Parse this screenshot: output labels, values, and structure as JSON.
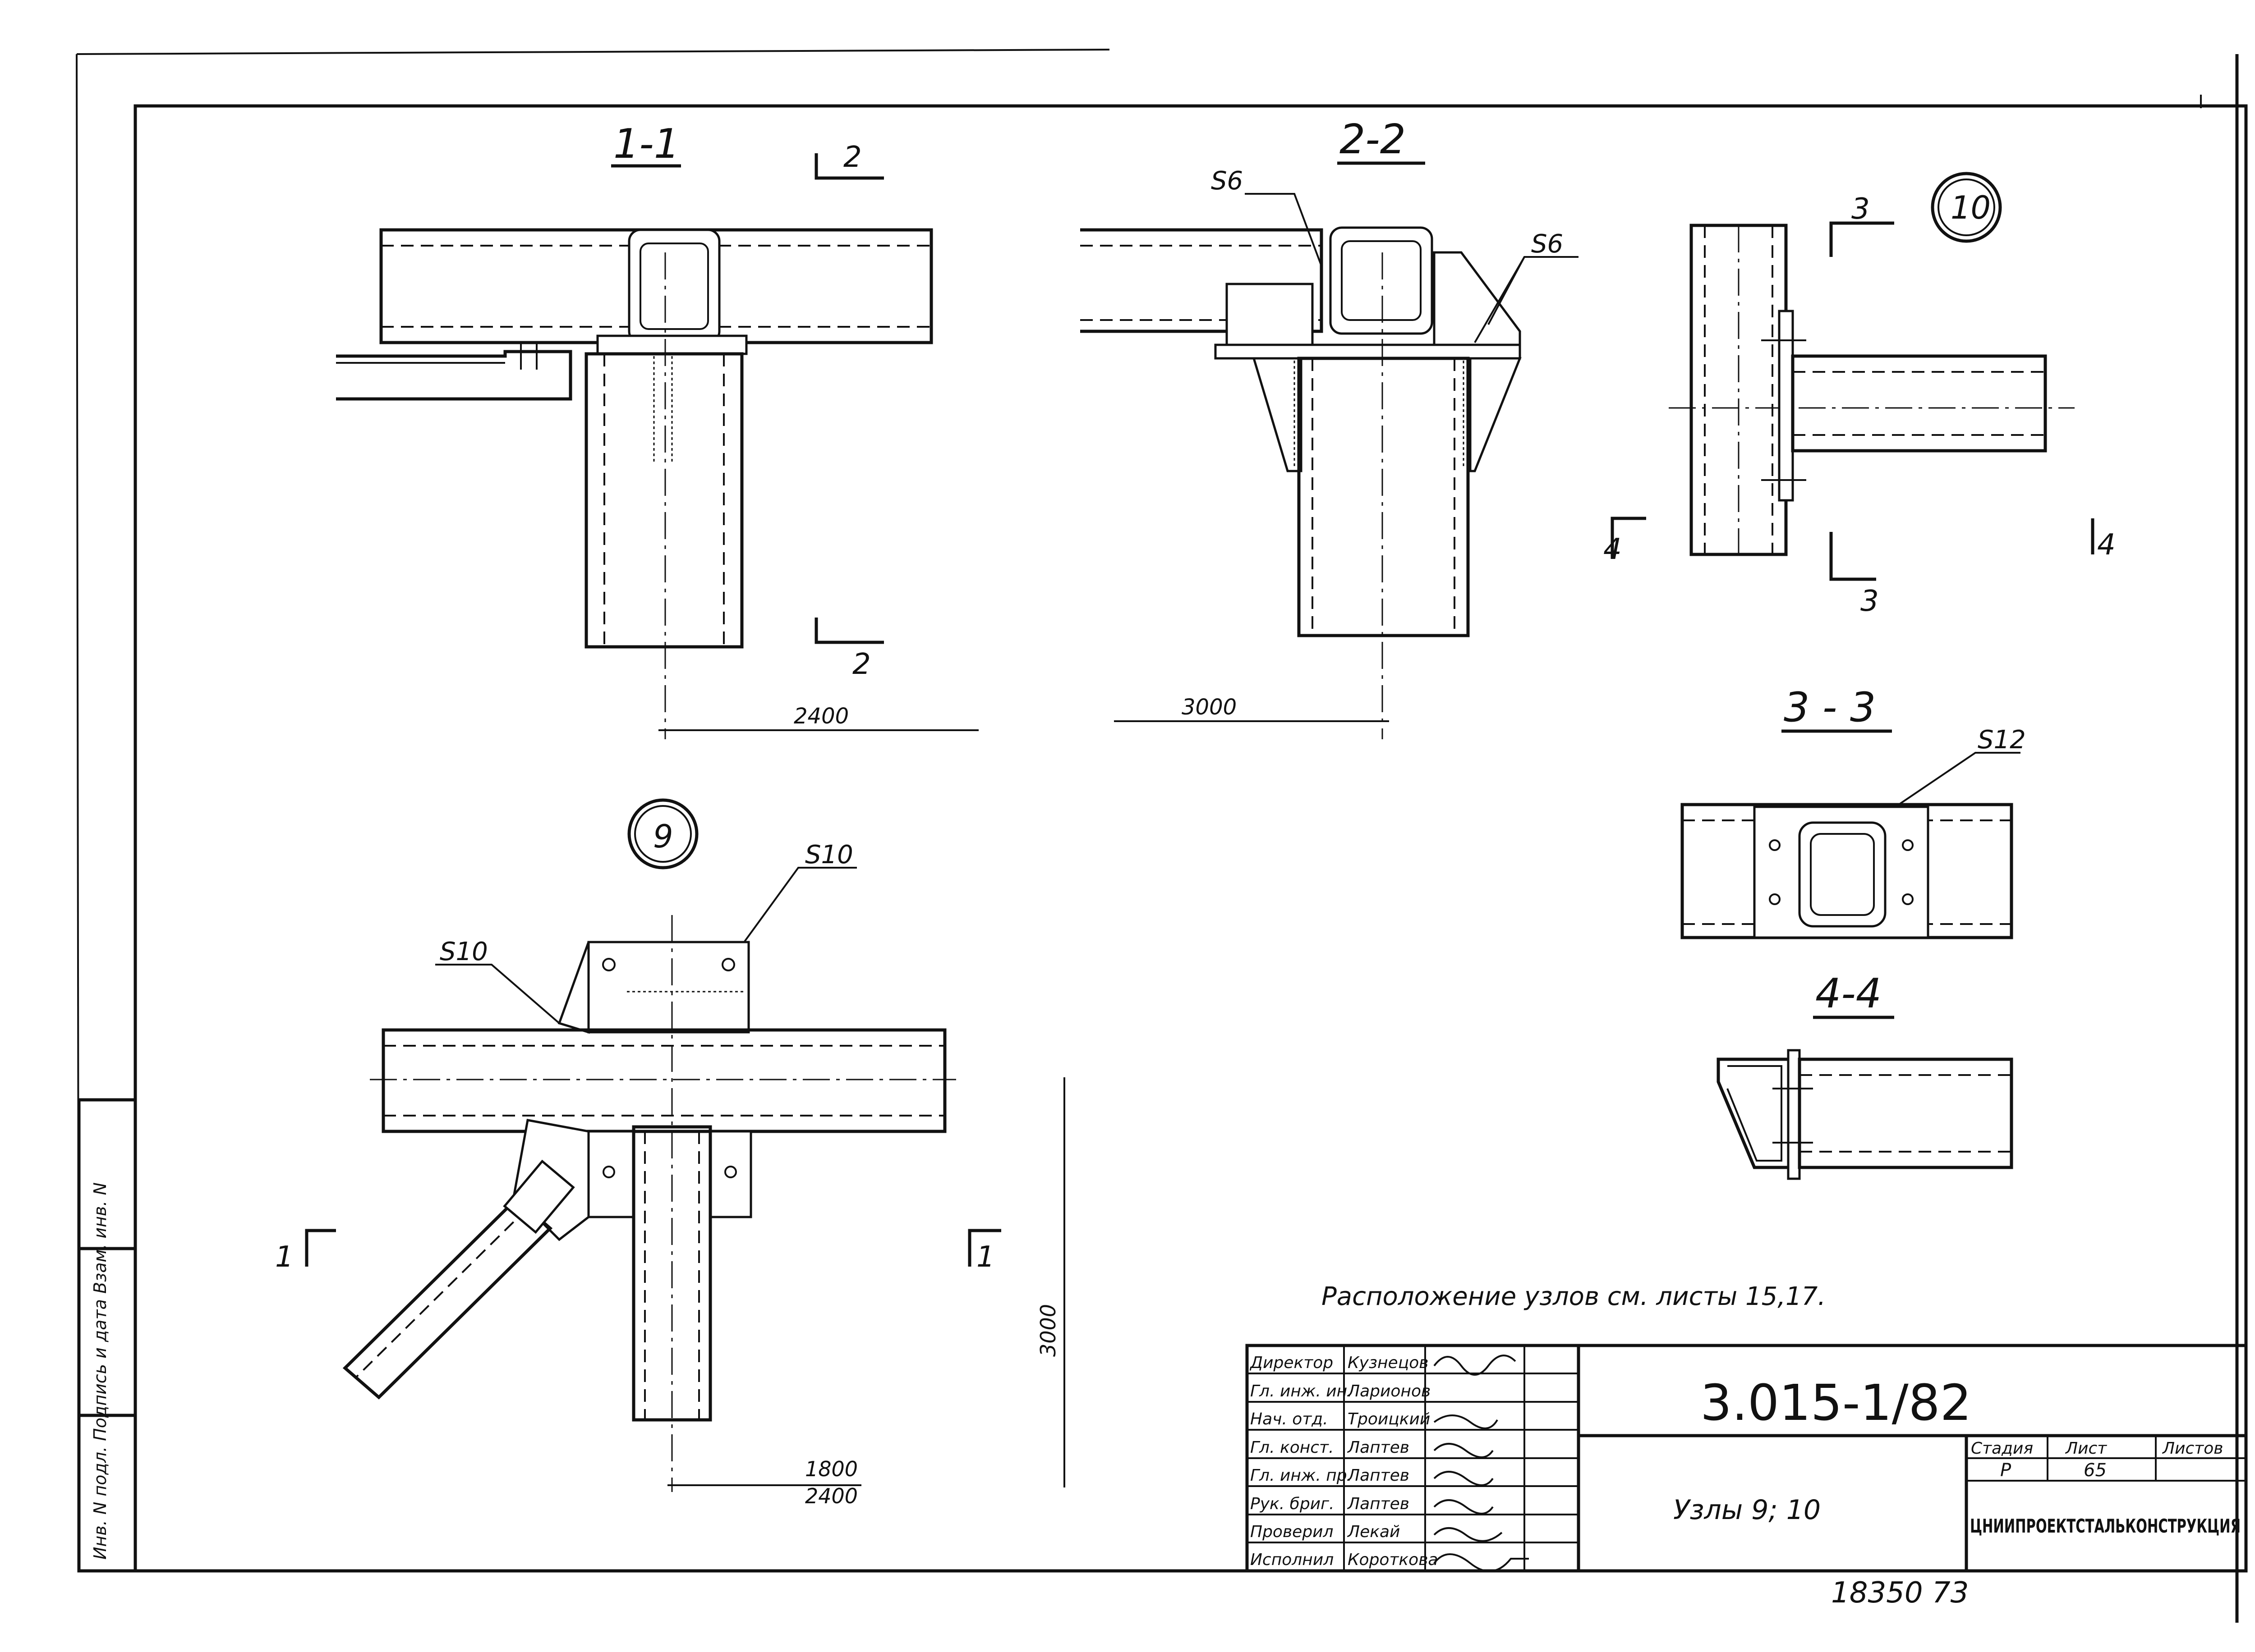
{
  "sections": {
    "s11": "1-1",
    "s22": "2-2",
    "s33": "3 - 3",
    "s44": "4-4"
  },
  "nodes": {
    "n10": "10",
    "n9": "9"
  },
  "cut_marks": {
    "c2a": "2",
    "c2b": "2",
    "c3a": "3",
    "c3b": "3",
    "c4a": "4",
    "c4b": "4",
    "c1a": "1",
    "c1b": "1"
  },
  "weld_labels": {
    "s6a": "S6",
    "s6b": "S6",
    "s12": "S12",
    "s10a": "S10",
    "s10b": "S10"
  },
  "dimensions": {
    "d2400a": "2400",
    "d3000a": "3000",
    "d3000v": "3000",
    "d1800": "1800",
    "d2400b": "2400"
  },
  "note": "Расположение   узлов   см.  листы 15,17.",
  "margin_stamp": "Инв. N подл.   Подпись и дата   Взам. инв. N",
  "title_block": {
    "code": "3.015-1/82",
    "title": "Узлы 9; 10",
    "org": "ЦНИИПРОЕКТСТАЛЬКОНСТРУКЦИЯ",
    "stage_label": "Стадия",
    "sheet_label": "Лист",
    "sheets_label": "Листов",
    "stage": "Р",
    "sheet": "65",
    "signatures": [
      {
        "role": "Директор",
        "name": "Кузнецов"
      },
      {
        "role": "Гл. инж. ин.",
        "name": "Ларионов"
      },
      {
        "role": "Нач. отд.",
        "name": "Троицкий"
      },
      {
        "role": "Гл. конст.",
        "name": "Лаптев"
      },
      {
        "role": "Гл. инж. пр.",
        "name": "Лаптев"
      },
      {
        "role": "Рук. бриг.",
        "name": "Лаптев"
      },
      {
        "role": "Проверил",
        "name": "Лекай"
      },
      {
        "role": "Исполнил",
        "name": "Короткова"
      }
    ]
  },
  "doc_number": "18350  73"
}
